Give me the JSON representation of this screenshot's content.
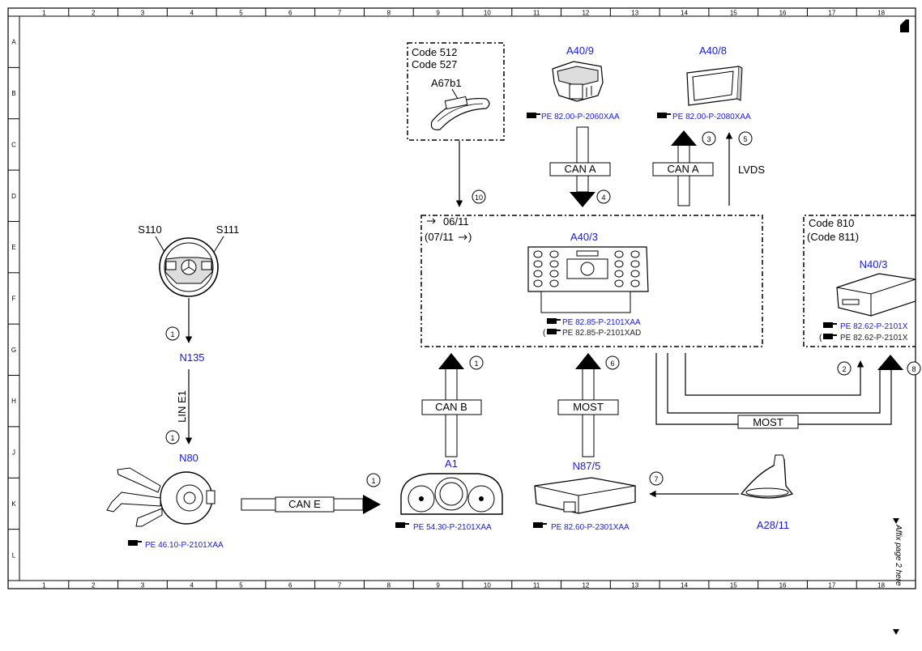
{
  "grid": {
    "columns": [
      "1",
      "2",
      "3",
      "4",
      "5",
      "6",
      "7",
      "8",
      "9",
      "10",
      "11",
      "12",
      "13",
      "14",
      "15",
      "16",
      "17",
      "18"
    ],
    "rows": [
      "A",
      "B",
      "C",
      "D",
      "E",
      "F",
      "G",
      "H",
      "J",
      "K",
      "L"
    ]
  },
  "components": {
    "a67b1": {
      "code1": "Code 512",
      "code2": "Code 527",
      "name": "A67b1"
    },
    "a409": {
      "name": "A40/9",
      "ref": "PE 82.00-P-2060XAA"
    },
    "a408": {
      "name": "A40/8",
      "ref": "PE 82.00-P-2080XAA"
    },
    "a403": {
      "date1": "06/11",
      "date2": "(07/11",
      "date2_close": ")",
      "name": "A40/3",
      "ref1": "PE 82.85-P-2101XAA",
      "ref2": "PE 82.85-P-2101XAD",
      "ref2_open": "("
    },
    "n403": {
      "code1": "Code 810",
      "code2": "(Code 811)",
      "name": "N40/3",
      "ref1": "PE 82.62-P-2101X",
      "ref2": "PE 82.62-P-2101X",
      "ref2_open": "("
    },
    "steering": {
      "s110": "S110",
      "s111": "S111"
    },
    "n135": {
      "name": "N135"
    },
    "n80": {
      "name": "N80",
      "ref": "PE 46.10-P-2101XAA"
    },
    "a1": {
      "name": "A1",
      "ref": "PE 54.30-P-2101XAA"
    },
    "n875": {
      "name": "N87/5",
      "ref": "PE 82.60-P-2301XAA"
    },
    "a2811": {
      "name": "A28/11"
    }
  },
  "buses": {
    "can_a_1": "CAN A",
    "can_a_2": "CAN A",
    "lvds": "LVDS",
    "lin_e1": "LIN E1",
    "can_b": "CAN B",
    "most_1": "MOST",
    "most_2": "MOST",
    "can_e": "CAN E"
  },
  "markers": {
    "m10": "10",
    "m4": "4",
    "m3": "3",
    "m5": "5",
    "m1a": "1",
    "m1b": "1",
    "m1c": "1",
    "m1d": "1",
    "m6": "6",
    "m2": "2",
    "m8": "8",
    "m7": "7"
  },
  "sidenote": {
    "text": "Affix page 2 here",
    "num": "18"
  }
}
